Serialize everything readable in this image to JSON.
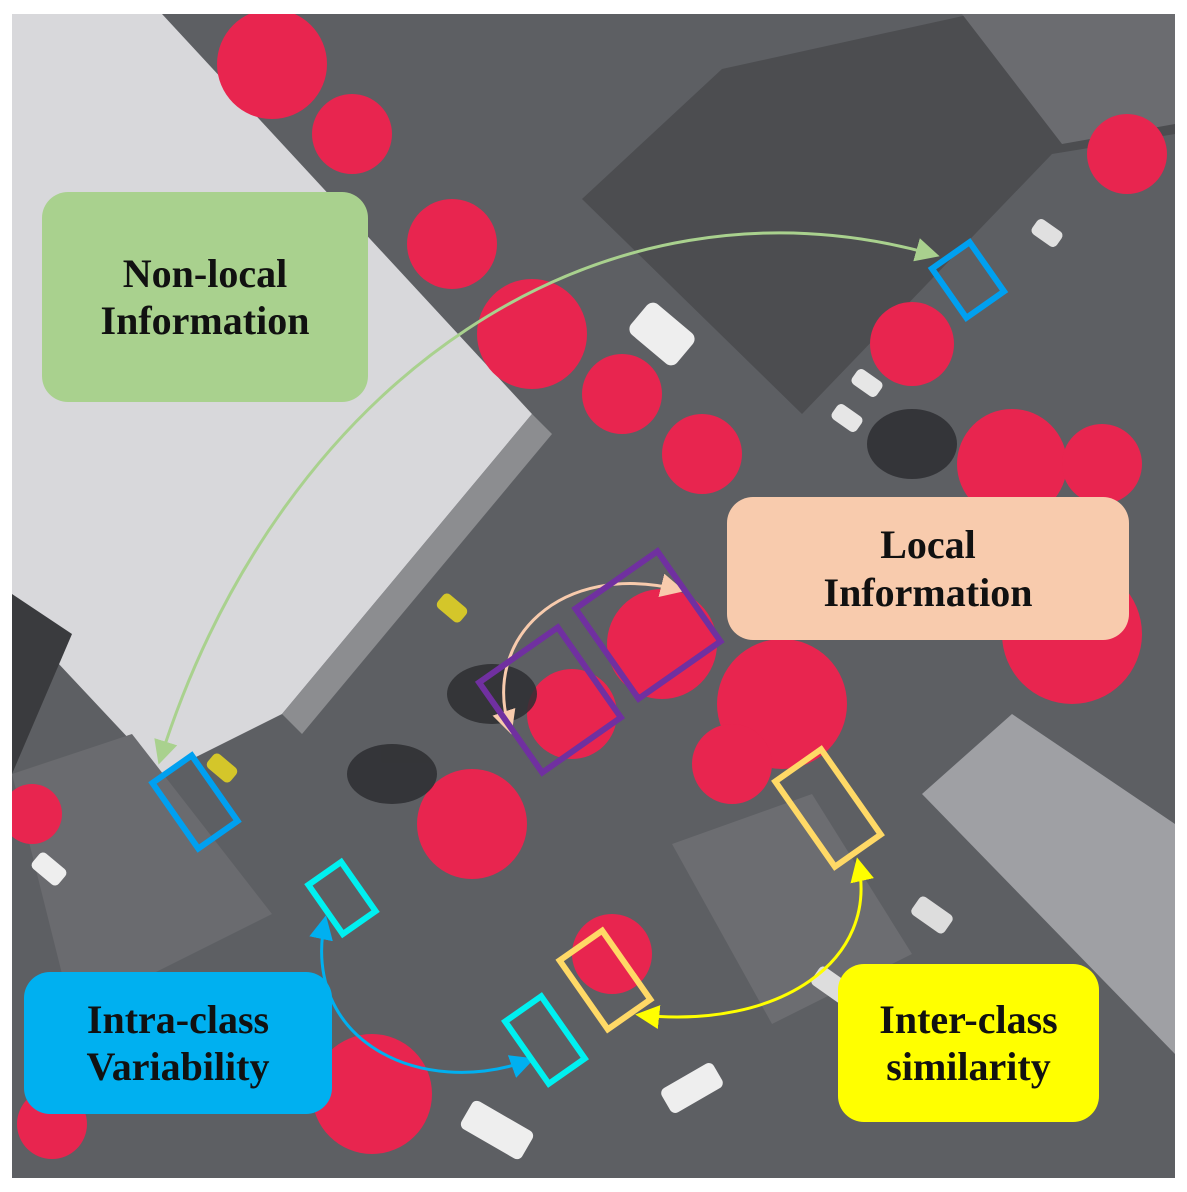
{
  "labels": {
    "nonlocal": {
      "line1": "Non-local",
      "line2": "Information",
      "color": "#a9d18e"
    },
    "local": {
      "line1": "Local",
      "line2": "Information",
      "color": "#f8cbad"
    },
    "intra": {
      "line1": "Intra-class",
      "line2": "Variability",
      "color": "#00b0f0"
    },
    "inter": {
      "line1": "Inter-class",
      "line2": "similarity",
      "color": "#ffff00"
    }
  },
  "colors": {
    "nonlocal_arrow": "#a9d18e",
    "local_arrow": "#f8cbad",
    "local_box": "#7030a0",
    "intra_arrow": "#00b0f0",
    "intra_box_blue": "#00a0f0",
    "intra_box_cyan": "#00f0f0",
    "inter_arrow": "#ffff00",
    "inter_box": "#ffd966",
    "tree": "#e8254f",
    "road": "#5d5f63",
    "roof_light": "#d9d9dc",
    "roof_dark": "#4a4b4e"
  }
}
